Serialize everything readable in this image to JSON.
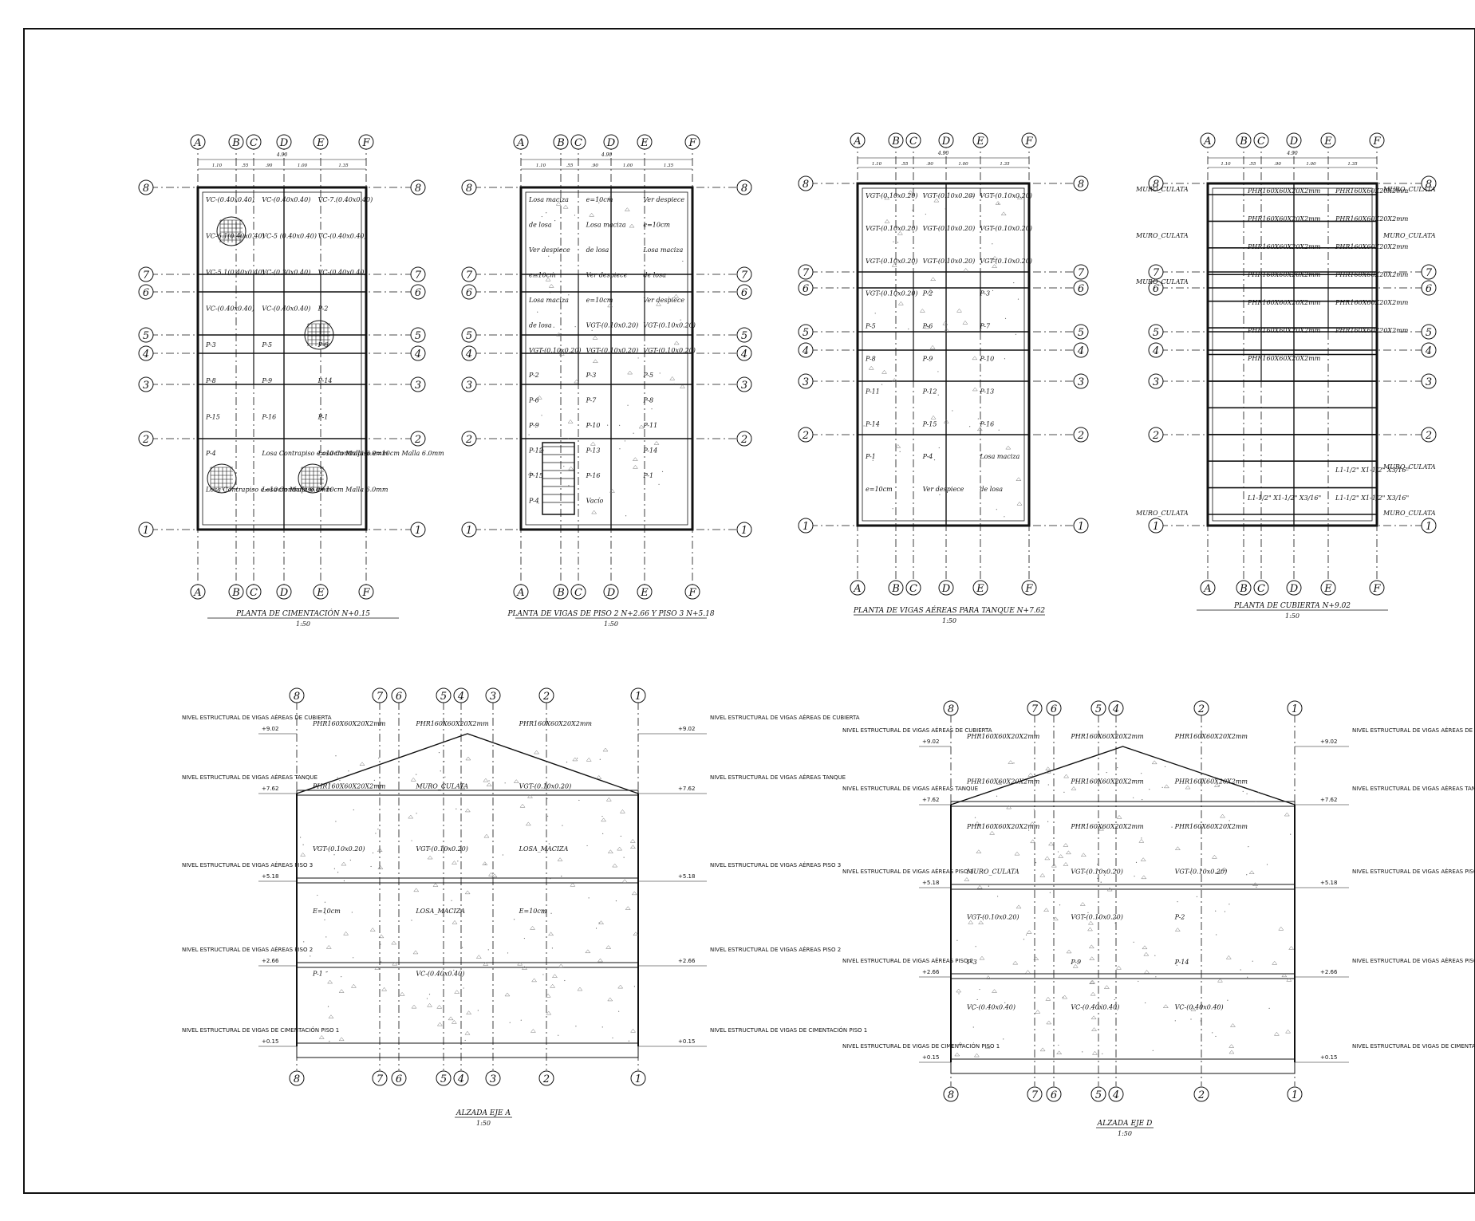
{
  "plans": [
    {
      "id": "cimentacion",
      "title": "PLANTA DE CIMENTACIÓN N+0.15",
      "scale": "1:50",
      "overall_dim": "4.90",
      "dims": [
        "1.10",
        ".55",
        ".90",
        "1.00",
        "1.35"
      ],
      "labels": [
        "VC-(0.40x0.40)",
        "VC-(0.40x0.40)",
        "VC-7.(0.40x0.40)",
        "VC-6.1(0.40x0.40)",
        "VC-5 (0.40x0.40)",
        "VC-(0.40x0.40)",
        "VC-5.1(0.40x0.40)",
        "VC-(0.30x0.40)",
        "VC-(0.40x0.40)",
        "VC-(0.40x0.40)",
        "VC-(0.40x0.40)",
        "P-2",
        "P-3",
        "P-5",
        "P-6",
        "P-8",
        "P-9",
        "P-14",
        "P-15",
        "P-16",
        "P-1",
        "P-4",
        "Losa Contrapiso e=10cm Malla 6.0mm",
        "Losa Contrapiso e=10cm Malla 6.0mm",
        "Losa Contrapiso e=10cm Malla 6.0mm",
        "Losa Contrapiso e=10cm Malla 6.0mm"
      ]
    },
    {
      "id": "piso2",
      "title": "PLANTA DE VIGAS DE PISO 2 N+2.66 Y PISO 3 N+5.18",
      "scale": "1:50",
      "overall_dim": "4.90",
      "dims": [
        "1.10",
        ".55",
        ".90",
        "1.00",
        "1.35"
      ],
      "labels": [
        "Losa maciza",
        "e=10cm",
        "Ver despiece",
        "de losa",
        "Losa maciza",
        "e=10cm",
        "Ver despiece",
        "de losa",
        "Losa maciza",
        "e=10cm",
        "Ver despiece",
        "de losa",
        "Losa maciza",
        "e=10cm",
        "Ver despiece",
        "de losa",
        "VGT-(0.10x0.20)",
        "VGT-(0.10x0.20)",
        "VGT-(0.10x0.20)",
        "VGT-(0.10x0.20)",
        "VGT-(0.10x0.20)",
        "P-2",
        "P-3",
        "P-5",
        "P-6",
        "P-7",
        "P-8",
        "P-9",
        "P-10",
        "P-11",
        "P-12",
        "P-13",
        "P-14",
        "P-15",
        "P-16",
        "P-1",
        "P-4",
        "Vacío"
      ]
    },
    {
      "id": "tanque",
      "title": "PLANTA DE VIGAS AÉREAS PARA TANQUE N+7.62",
      "scale": "1:50",
      "overall_dim": "4.90",
      "dims": [
        "1.10",
        ".55",
        ".90",
        "1.00",
        "1.35"
      ],
      "labels": [
        "VGT-(0.10x0.20)",
        "VGT-(0.10x0.20)",
        "VGT-(0.10x0.20)",
        "VGT-(0.10x0.20)",
        "VGT-(0.10x0.20)",
        "VGT-(0.10x0.20)",
        "VGT-(0.10x0.20)",
        "VGT-(0.10x0.20)",
        "VGT-(0.10x0.20)",
        "VGT-(0.10x0.20)",
        "P-2",
        "P-3",
        "P-5",
        "P-6",
        "P-7",
        "P-8",
        "P-9",
        "P-10",
        "P-11",
        "P-12",
        "P-13",
        "P-14",
        "P-15",
        "P-16",
        "P-1",
        "P-4",
        "Losa maciza",
        "e=10cm",
        "Ver despiece",
        "de losa"
      ]
    },
    {
      "id": "cubierta",
      "title": "PLANTA DE CUBIERTA N+9.02",
      "scale": "1:50",
      "overall_dim": "4.90",
      "dims": [
        "1.10",
        ".55",
        ".90",
        "1.00",
        "1.35"
      ],
      "labels": [
        "PHR160X60X20X2mm",
        "PHR160X60X20X2mm",
        "PHR160X60X20X2mm",
        "PHR160X60X20X2mm",
        "PHR160X60X20X2mm",
        "PHR160X60X20X2mm",
        "PHR160X60X20X2mm",
        "PHR160X60X20X2mm",
        "PHR160X60X20X2mm",
        "PHR160X60X20X2mm",
        "PHR160X60X20X2mm",
        "PHR160X60X20X2mm",
        "PHR160X60X20X2mm",
        "MURO_CULATA",
        "MURO_CULATA",
        "MURO_CULATA",
        "MURO_CULATA",
        "MURO_CULATA",
        "MURO_CULATA",
        "MURO_CULATA",
        "MURO_CULATA",
        "L1-1/2\" X1-1/2\" X3/16\"",
        "L1-1/2\" X1-1/2\" X3/16\"",
        "L1-1/2\" X1-1/2\" X3/16\""
      ]
    }
  ],
  "plan_axes": [
    "A",
    "B",
    "C",
    "D",
    "E",
    "F"
  ],
  "plan_rows": [
    "8",
    "7",
    "6",
    "5",
    "4",
    "3",
    "2",
    "1"
  ],
  "elevations": [
    {
      "id": "ejeA",
      "title": "ALZADA EJE A",
      "scale": "1:50",
      "axes": [
        "8",
        "7",
        "6",
        "5",
        "4",
        "3",
        "2",
        "1"
      ],
      "labels": [
        "PHR160X60X20X2mm",
        "PHR160X60X20X2mm",
        "PHR160X60X20X2mm",
        "PHR160X60X20X2mm",
        "MURO_CULATA",
        "VGT-(0.10x0.20)",
        "VGT-(0.10x0.20)",
        "VGT-(0.10x0.20)",
        "LOSA_MACIZA",
        "E=10cm",
        "LOSA_MACIZA",
        "E=10cm",
        "P-1",
        "VC-(0.40x0.40)"
      ]
    },
    {
      "id": "ejeD",
      "title": "ALZADA EJE D",
      "scale": "1:50",
      "axes": [
        "8",
        "7",
        "6",
        "5",
        "4",
        "2",
        "1"
      ],
      "labels": [
        "PHR160X60X20X2mm",
        "PHR160X60X20X2mm",
        "PHR160X60X20X2mm",
        "PHR160X60X20X2mm",
        "PHR160X60X20X2mm",
        "PHR160X60X20X2mm",
        "PHR160X60X20X2mm",
        "PHR160X60X20X2mm",
        "PHR160X60X20X2mm",
        "MURO_CULATA",
        "VGT-(0.10x0.20)",
        "VGT-(0.10x0.20)",
        "VGT-(0.10x0.20)",
        "VGT-(0.10x0.20)",
        "P-2",
        "P-3",
        "P-9",
        "P-14",
        "VC-(0.40x0.40)",
        "VC-(0.40x0.40)",
        "VC-(0.40x0.40)"
      ]
    }
  ],
  "levels": [
    {
      "name": "NIVEL ESTRUCTURAL DE VIGAS AÉREAS DE CUBIERTA",
      "value": "+9.02"
    },
    {
      "name": "NIVEL ESTRUCTURAL DE VIGAS AÉREAS TANQUE",
      "value": "+7.62"
    },
    {
      "name": "NIVEL ESTRUCTURAL DE VIGAS AÉREAS PISO 3",
      "value": "+5.18"
    },
    {
      "name": "NIVEL ESTRUCTURAL DE VIGAS AÉREAS PISO 2",
      "value": "+2.66"
    },
    {
      "name": "NIVEL ESTRUCTURAL DE VIGAS DE CIMENTACIÓN PISO 1",
      "value": "+0.15"
    }
  ],
  "colors": {
    "line": "#111111",
    "paper": "#ffffff",
    "hatch": "#666666"
  }
}
